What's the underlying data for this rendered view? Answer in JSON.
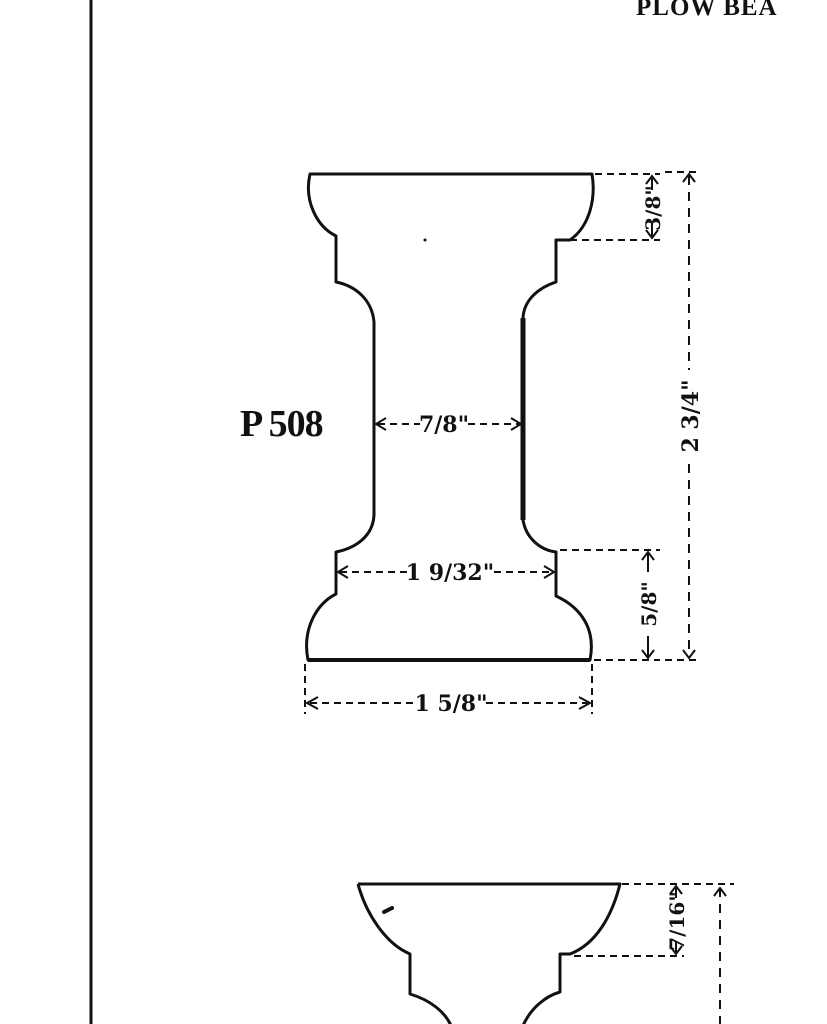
{
  "header": {
    "title": "PLOW BEA"
  },
  "part_1": {
    "label": "P 508",
    "dims": {
      "top_height": "3/8\"",
      "overall_height": "2 3/4\"",
      "waist_width": "7/8\"",
      "lower_step_width": "1 9/32\"",
      "bottom_height": "5/8\"",
      "base_width": "1 5/8\""
    }
  },
  "part_2": {
    "dims": {
      "top_height": "7/16\""
    }
  }
}
